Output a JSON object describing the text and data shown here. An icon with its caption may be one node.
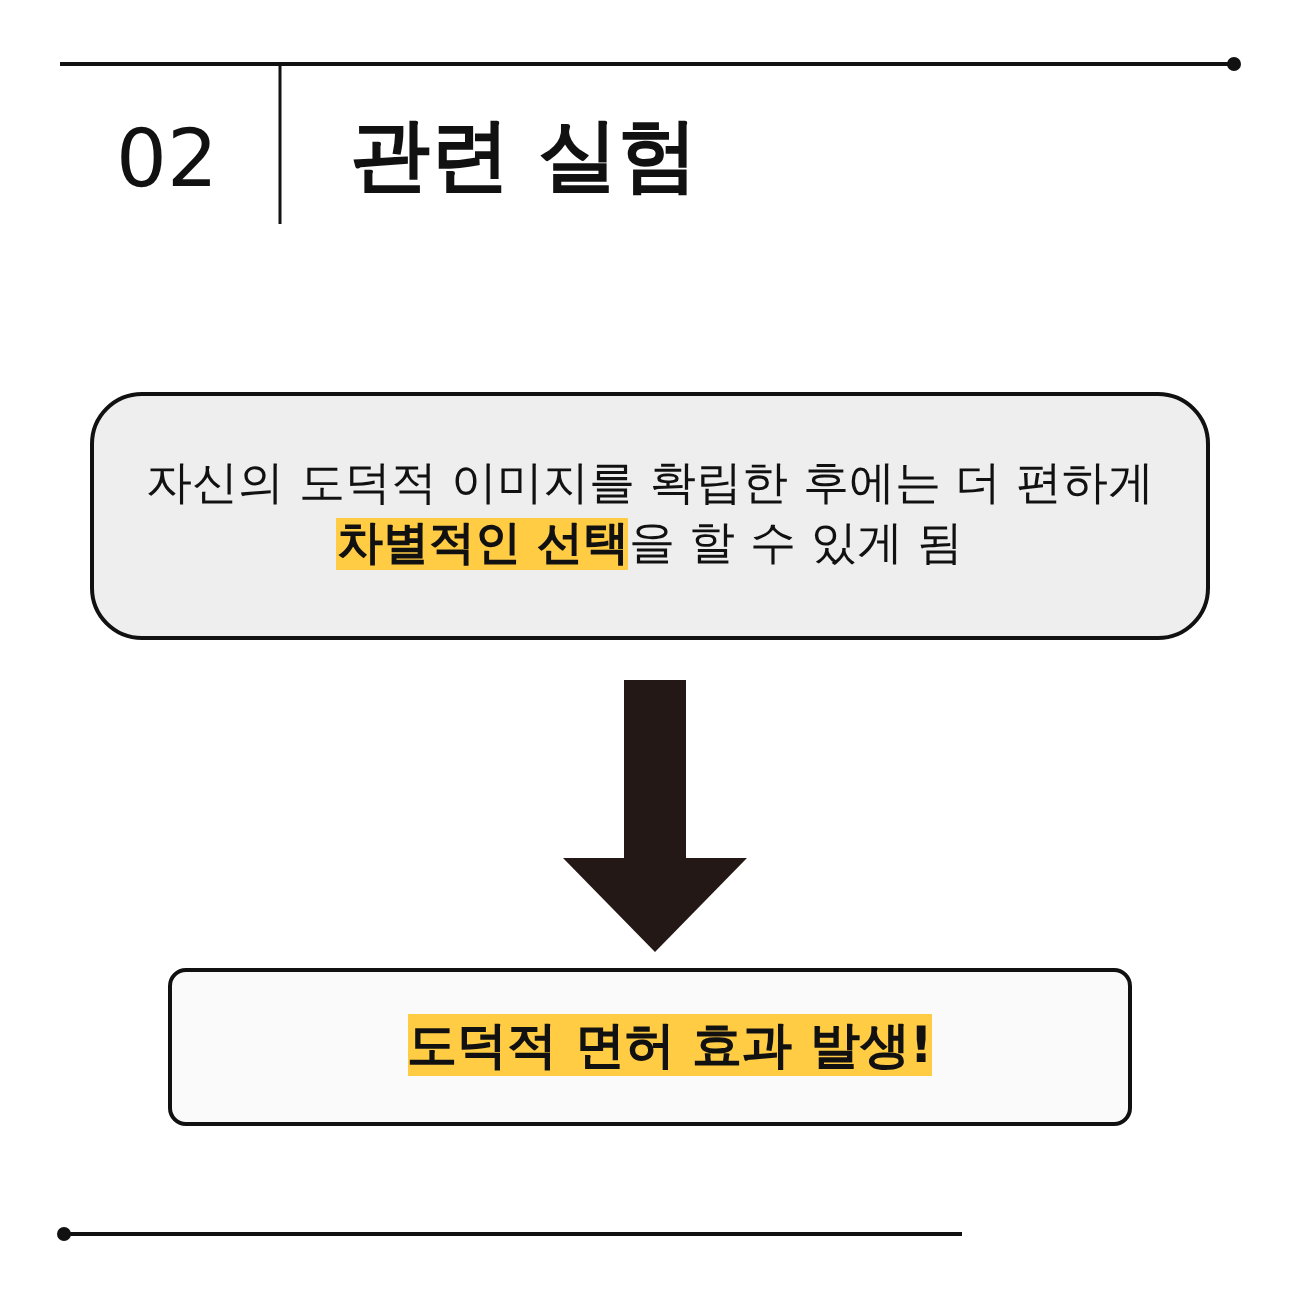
{
  "diagram": {
    "title": "관련 실험",
    "nodes": [
      {
        "text": [
          "자신의 도덕적 이미지를 확립한 후에는 더 편하게 **차별적인 선택**을 할 수 있게 됨"
        ]
      },
      {
        "text": [
          "도덕적 면허 효과 발생!"
        ]
      }
    ],
    "edges": [
      {
        "from": 0,
        "to": 1,
        "arrow": "to"
      }
    ],
    "labels": [
      "02"
    ]
  }
}
